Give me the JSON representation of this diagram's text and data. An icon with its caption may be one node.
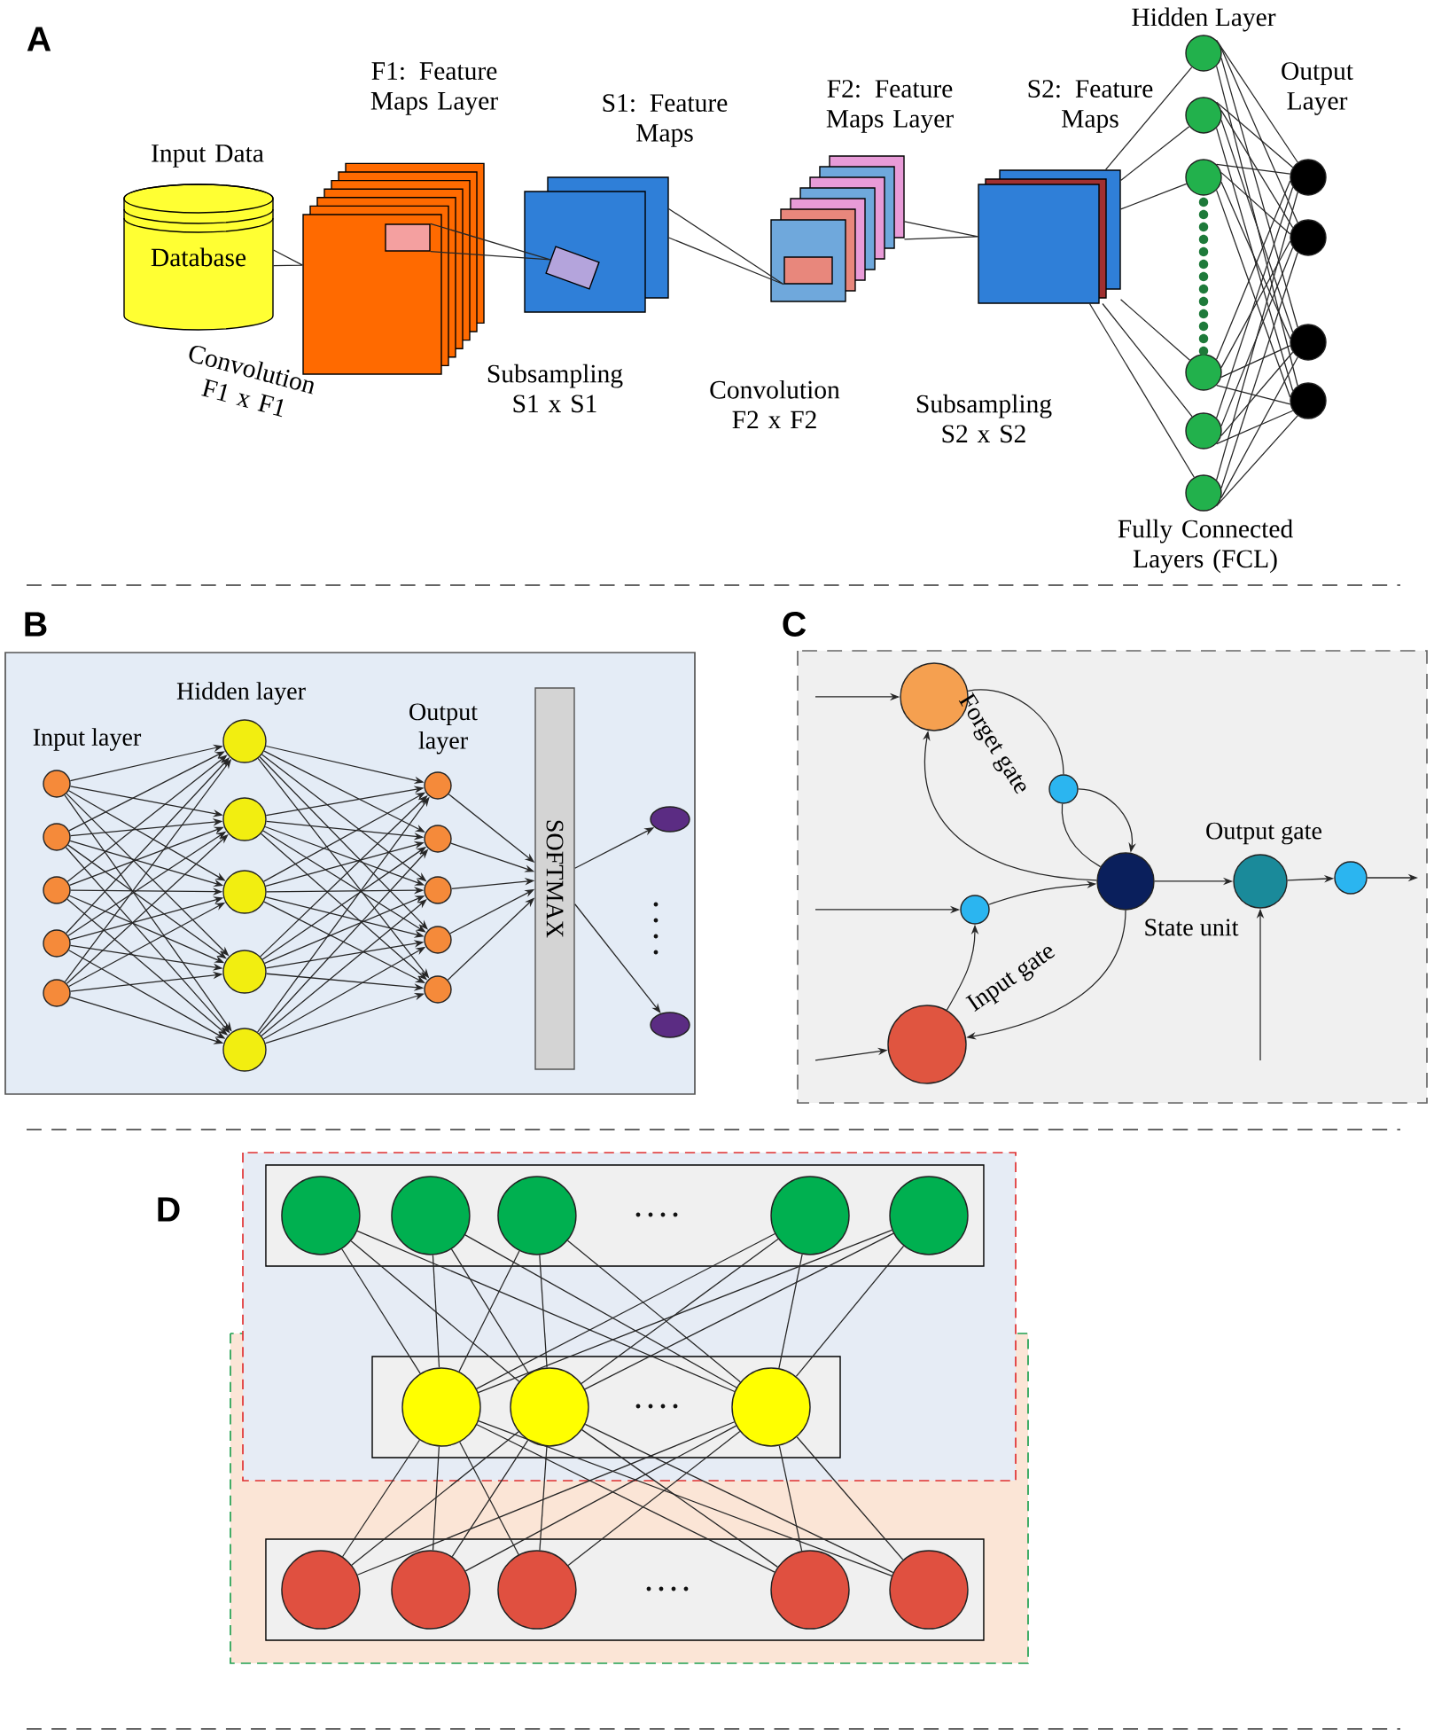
{
  "diagram": {
    "nodes": [
      {
        "text": [
          "Input Data",
          "Database"
        ]
      },
      {
        "text": [
          "F1: Feature Maps Layer"
        ]
      },
      {
        "text": [],
        "shape": "box",
        "in": 1
      },
      {
        "text": [
          "S1: Feature Maps"
        ]
      },
      {
        "text": [],
        "shape": "box",
        "in": 3
      },
      {
        "text": [
          "F2: Feature Maps Layer"
        ]
      },
      {
        "text": [],
        "shape": "box",
        "in": 5
      },
      {
        "text": [
          "S2: Feature Maps"
        ]
      },
      {
        "text": [],
        "shape": "circle"
      },
      {
        "text": [],
        "shape": "circle"
      },
      {
        "text": [],
        "shape": "circle"
      },
      {
        "text": [],
        "shape": "circle"
      },
      {
        "text": [],
        "shape": "circle"
      },
      {
        "text": [],
        "shape": "circle"
      },
      {
        "text": [],
        "shape": "circle"
      },
      {
        "text": [],
        "shape": "circle"
      },
      {
        "text": [],
        "shape": "circle"
      },
      {
        "text": [],
        "shape": "circle"
      },
      {
        "text": [],
        "shape": "circle"
      },
      {
        "text": [],
        "shape": "circle"
      },
      {
        "text": [],
        "shape": "circle"
      },
      {
        "text": [],
        "shape": "circle"
      },
      {
        "text": [],
        "shape": "circle"
      },
      {
        "text": [],
        "shape": "circle"
      },
      {
        "text": [],
        "shape": "circle"
      },
      {
        "text": [],
        "shape": "circle"
      },
      {
        "text": [],
        "shape": "circle"
      },
      {
        "text": [],
        "shape": "circle"
      },
      {
        "text": [],
        "shape": "circle"
      },
      {
        "text": [],
        "shape": "circle"
      },
      {
        "text": [],
        "shape": "circle"
      },
      {
        "text": [],
        "shape": "circle"
      },
      {
        "text": [],
        "shape": "circle"
      },
      {
        "text": [
          "SOFTMAX"
        ]
      },
      {
        "text": [],
        "shape": "ellipse"
      },
      {
        "text": [],
        "shape": "ellipse"
      },
      {
        "text": [],
        "shape": "circle",
        "beside": [
          "Forget gate"
        ]
      },
      {
        "text": [],
        "shape": "circle"
      },
      {
        "text": [],
        "shape": "circle",
        "beside": [
          "State unit"
        ]
      },
      {
        "text": [],
        "shape": "circle"
      },
      {
        "text": [],
        "shape": "circle",
        "beside": [
          "Input gate"
        ]
      },
      {
        "text": [],
        "shape": "circle",
        "beside": [
          "Output gate"
        ]
      },
      {
        "text": [],
        "shape": "circle"
      },
      {
        "text": [],
        "shape": "box"
      },
      {
        "text": [],
        "shape": "circle",
        "in": 43
      },
      {
        "text": [],
        "shape": "circle",
        "in": 43
      },
      {
        "text": [],
        "shape": "circle",
        "in": 43
      },
      {
        "text": [],
        "shape": "circle",
        "in": 43
      },
      {
        "text": [],
        "shape": "circle",
        "in": 43
      },
      {
        "text": [],
        "shape": "box"
      },
      {
        "text": [],
        "shape": "circle",
        "in": 49
      },
      {
        "text": [],
        "shape": "circle",
        "in": 49
      },
      {
        "text": [],
        "shape": "circle",
        "in": 49
      },
      {
        "text": [],
        "shape": "box"
      },
      {
        "text": [],
        "shape": "circle",
        "in": 53
      },
      {
        "text": [],
        "shape": "circle",
        "in": 53
      },
      {
        "text": [],
        "shape": "circle",
        "in": 53
      },
      {
        "text": [],
        "shape": "circle",
        "in": 53
      },
      {
        "text": [],
        "shape": "circle",
        "in": 53
      }
    ],
    "edges": [
      {
        "from": 0,
        "to": 1,
        "arrow": "none"
      },
      {
        "from": 2,
        "to": 4,
        "arrow": "none"
      },
      {
        "from": 3,
        "to": 6,
        "arrow": "none"
      },
      {
        "from": 5,
        "to": 7,
        "arrow": "none"
      },
      {
        "from": 7,
        "to": 8,
        "arrow": "none"
      },
      {
        "from": 7,
        "to": 9,
        "arrow": "none"
      },
      {
        "from": 7,
        "to": 10,
        "arrow": "none"
      },
      {
        "from": 7,
        "to": 11,
        "arrow": "none"
      },
      {
        "from": 7,
        "to": 12,
        "arrow": "none"
      },
      {
        "from": 7,
        "to": 13,
        "arrow": "none"
      },
      {
        "from": 8,
        "to": 14,
        "arrow": "none"
      },
      {
        "from": 8,
        "to": 15,
        "arrow": "none"
      },
      {
        "from": 8,
        "to": 16,
        "arrow": "none"
      },
      {
        "from": 8,
        "to": 17,
        "arrow": "none"
      },
      {
        "from": 9,
        "to": 14,
        "arrow": "none"
      },
      {
        "from": 9,
        "to": 15,
        "arrow": "none"
      },
      {
        "from": 9,
        "to": 16,
        "arrow": "none"
      },
      {
        "from": 9,
        "to": 17,
        "arrow": "none"
      },
      {
        "from": 10,
        "to": 14,
        "arrow": "none"
      },
      {
        "from": 10,
        "to": 15,
        "arrow": "none"
      },
      {
        "from": 10,
        "to": 16,
        "arrow": "none"
      },
      {
        "from": 10,
        "to": 17,
        "arrow": "none"
      },
      {
        "from": 11,
        "to": 14,
        "arrow": "none"
      },
      {
        "from": 11,
        "to": 15,
        "arrow": "none"
      },
      {
        "from": 11,
        "to": 16,
        "arrow": "none"
      },
      {
        "from": 11,
        "to": 17,
        "arrow": "none"
      },
      {
        "from": 12,
        "to": 14,
        "arrow": "none"
      },
      {
        "from": 12,
        "to": 15,
        "arrow": "none"
      },
      {
        "from": 12,
        "to": 16,
        "arrow": "none"
      },
      {
        "from": 12,
        "to": 17,
        "arrow": "none"
      },
      {
        "from": 13,
        "to": 14,
        "arrow": "none"
      },
      {
        "from": 13,
        "to": 15,
        "arrow": "none"
      },
      {
        "from": 13,
        "to": 16,
        "arrow": "none"
      },
      {
        "from": 13,
        "to": 17,
        "arrow": "none"
      },
      {
        "from": 18,
        "to": 23,
        "arrow": "to"
      },
      {
        "from": 18,
        "to": 24,
        "arrow": "to"
      },
      {
        "from": 18,
        "to": 25,
        "arrow": "to"
      },
      {
        "from": 18,
        "to": 26,
        "arrow": "to"
      },
      {
        "from": 18,
        "to": 27,
        "arrow": "to"
      },
      {
        "from": 19,
        "to": 23,
        "arrow": "to"
      },
      {
        "from": 19,
        "to": 24,
        "arrow": "to"
      },
      {
        "from": 19,
        "to": 25,
        "arrow": "to"
      },
      {
        "from": 19,
        "to": 26,
        "arrow": "to"
      },
      {
        "from": 19,
        "to": 27,
        "arrow": "to"
      },
      {
        "from": 20,
        "to": 23,
        "arrow": "to"
      },
      {
        "from": 20,
        "to": 24,
        "arrow": "to"
      },
      {
        "from": 20,
        "to": 25,
        "arrow": "to"
      },
      {
        "from": 20,
        "to": 26,
        "arrow": "to"
      },
      {
        "from": 20,
        "to": 27,
        "arrow": "to"
      },
      {
        "from": 21,
        "to": 23,
        "arrow": "to"
      },
      {
        "from": 21,
        "to": 24,
        "arrow": "to"
      },
      {
        "from": 21,
        "to": 25,
        "arrow": "to"
      },
      {
        "from": 21,
        "to": 26,
        "arrow": "to"
      },
      {
        "from": 21,
        "to": 27,
        "arrow": "to"
      },
      {
        "from": 22,
        "to": 23,
        "arrow": "to"
      },
      {
        "from": 22,
        "to": 24,
        "arrow": "to"
      },
      {
        "from": 22,
        "to": 25,
        "arrow": "to"
      },
      {
        "from": 22,
        "to": 26,
        "arrow": "to"
      },
      {
        "from": 22,
        "to": 27,
        "arrow": "to"
      },
      {
        "from": 23,
        "to": 28,
        "arrow": "to"
      },
      {
        "from": 23,
        "to": 29,
        "arrow": "to"
      },
      {
        "from": 23,
        "to": 30,
        "arrow": "to"
      },
      {
        "from": 23,
        "to": 31,
        "arrow": "to"
      },
      {
        "from": 23,
        "to": 32,
        "arrow": "to"
      },
      {
        "from": 24,
        "to": 28,
        "arrow": "to"
      },
      {
        "from": 24,
        "to": 29,
        "arrow": "to"
      },
      {
        "from": 24,
        "to": 30,
        "arrow": "to"
      },
      {
        "from": 24,
        "to": 31,
        "arrow": "to"
      },
      {
        "from": 24,
        "to": 32,
        "arrow": "to"
      },
      {
        "from": 25,
        "to": 28,
        "arrow": "to"
      },
      {
        "from": 25,
        "to": 29,
        "arrow": "to"
      },
      {
        "from": 25,
        "to": 30,
        "arrow": "to"
      },
      {
        "from": 25,
        "to": 31,
        "arrow": "to"
      },
      {
        "from": 25,
        "to": 32,
        "arrow": "to"
      },
      {
        "from": 26,
        "to": 28,
        "arrow": "to"
      },
      {
        "from": 26,
        "to": 29,
        "arrow": "to"
      },
      {
        "from": 26,
        "to": 30,
        "arrow": "to"
      },
      {
        "from": 26,
        "to": 31,
        "arrow": "to"
      },
      {
        "from": 26,
        "to": 32,
        "arrow": "to"
      },
      {
        "from": 27,
        "to": 28,
        "arrow": "to"
      },
      {
        "from": 27,
        "to": 29,
        "arrow": "to"
      },
      {
        "from": 27,
        "to": 30,
        "arrow": "to"
      },
      {
        "from": 27,
        "to": 31,
        "arrow": "to"
      },
      {
        "from": 27,
        "to": 32,
        "arrow": "to"
      },
      {
        "from": 28,
        "to": 33,
        "arrow": "to"
      },
      {
        "from": 29,
        "to": 33,
        "arrow": "to"
      },
      {
        "from": 30,
        "to": 33,
        "arrow": "to"
      },
      {
        "from": 31,
        "to": 33,
        "arrow": "to"
      },
      {
        "from": 32,
        "to": 33,
        "arrow": "to"
      },
      {
        "from": 33,
        "to": 34,
        "arrow": "to"
      },
      {
        "from": 33,
        "to": 35,
        "arrow": "to"
      },
      {
        "from": null,
        "to": 36,
        "arrow": "to"
      },
      {
        "from": 36,
        "to": 37,
        "arrow": "none"
      },
      {
        "from": 37,
        "to": 38,
        "arrow": "to"
      },
      {
        "from": 37,
        "to": 38,
        "arrow": "none"
      },
      {
        "from": 38,
        "to": 36,
        "arrow": "to"
      },
      {
        "from": null,
        "to": 39,
        "arrow": "to"
      },
      {
        "from": 39,
        "to": 38,
        "arrow": "to"
      },
      {
        "from": 40,
        "to": 39,
        "arrow": "to"
      },
      {
        "from": 38,
        "to": 40,
        "arrow": "to"
      },
      {
        "from": null,
        "to": 40,
        "arrow": "to"
      },
      {
        "from": 38,
        "to": 41,
        "arrow": "to"
      },
      {
        "from": null,
        "to": 41,
        "arrow": "to"
      },
      {
        "from": 41,
        "to": 42,
        "arrow": "to"
      },
      {
        "from": 42,
        "to": null,
        "arrow": "to"
      },
      {
        "from": 44,
        "to": 50,
        "arrow": "none"
      },
      {
        "from": 44,
        "to": 51,
        "arrow": "none"
      },
      {
        "from": 44,
        "to": 52,
        "arrow": "none"
      },
      {
        "from": 45,
        "to": 50,
        "arrow": "none"
      },
      {
        "from": 45,
        "to": 51,
        "arrow": "none"
      },
      {
        "from": 45,
        "to": 52,
        "arrow": "none"
      },
      {
        "from": 46,
        "to": 50,
        "arrow": "none"
      },
      {
        "from": 46,
        "to": 51,
        "arrow": "none"
      },
      {
        "from": 46,
        "to": 52,
        "arrow": "none"
      },
      {
        "from": 47,
        "to": 50,
        "arrow": "none"
      },
      {
        "from": 47,
        "to": 51,
        "arrow": "none"
      },
      {
        "from": 47,
        "to": 52,
        "arrow": "none"
      },
      {
        "from": 48,
        "to": 50,
        "arrow": "none"
      },
      {
        "from": 48,
        "to": 51,
        "arrow": "none"
      },
      {
        "from": 48,
        "to": 52,
        "arrow": "none"
      },
      {
        "from": 50,
        "to": 54,
        "arrow": "none"
      },
      {
        "from": 50,
        "to": 55,
        "arrow": "none"
      },
      {
        "from": 50,
        "to": 56,
        "arrow": "none"
      },
      {
        "from": 50,
        "to": 57,
        "arrow": "none"
      },
      {
        "from": 50,
        "to": 58,
        "arrow": "none"
      },
      {
        "from": 51,
        "to": 54,
        "arrow": "none"
      },
      {
        "from": 51,
        "to": 55,
        "arrow": "none"
      },
      {
        "from": 51,
        "to": 56,
        "arrow": "none"
      },
      {
        "from": 51,
        "to": 57,
        "arrow": "none"
      },
      {
        "from": 51,
        "to": 58,
        "arrow": "none"
      },
      {
        "from": 52,
        "to": 54,
        "arrow": "none"
      },
      {
        "from": 52,
        "to": 55,
        "arrow": "none"
      },
      {
        "from": 52,
        "to": 56,
        "arrow": "none"
      },
      {
        "from": 52,
        "to": 57,
        "arrow": "none"
      },
      {
        "from": 52,
        "to": 58,
        "arrow": "none"
      }
    ],
    "labels": [
      "A",
      "Convolution F1 x F1",
      "Subsampling S1 x S1",
      "Convolution F2 x F2",
      "Subsampling S2 x S2",
      "Hidden Layer",
      "Output Layer",
      "Fully Connected Layers (FCL)",
      "B",
      "Input layer",
      "Hidden layer",
      "Output layer",
      "C",
      "D"
    ]
  }
}
